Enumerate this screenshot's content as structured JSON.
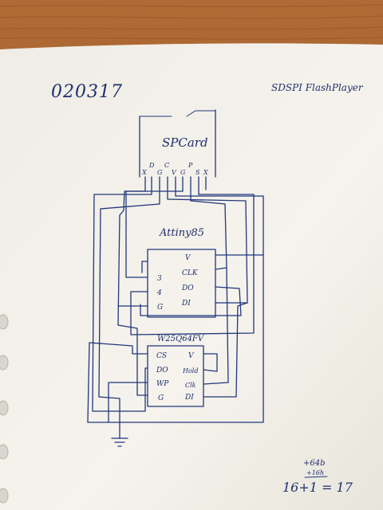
{
  "page": {
    "date_label": "020317",
    "project_label": "SDSPI FlashPlayer"
  },
  "sdcard": {
    "label": "SPCard",
    "pin_labels": [
      "X",
      "D",
      "G",
      "C",
      "V",
      "G",
      "P",
      "S",
      "X"
    ]
  },
  "mcu": {
    "label": "Attiny85",
    "left_pins": [
      "3",
      "4",
      "G"
    ],
    "right_pins": [
      "V",
      "CLK",
      "DO",
      "DI"
    ]
  },
  "flash": {
    "label": "W25Q64FV",
    "left_pins": [
      "CS",
      "DO",
      "WP",
      "G"
    ],
    "right_pins": [
      "V",
      "Hold",
      "Clk",
      "DI"
    ]
  },
  "calc": {
    "line1": "+64b",
    "line2": "+16h",
    "line3": "16+1 = 17"
  },
  "colors": {
    "ink": "#22367c",
    "paper": "#f3f1ea",
    "table": "#a8632f"
  }
}
